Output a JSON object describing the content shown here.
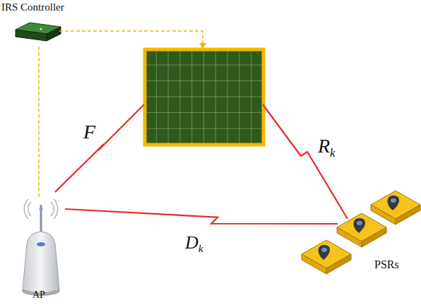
{
  "diagram": {
    "nodes": [
      {
        "text": [
          "IRS Controller"
        ]
      },
      {
        "text": [
          "AP"
        ]
      },
      {
        "text": [
          "PSRs"
        ]
      }
    ],
    "edges": [
      {
        "from": 0,
        "to": 1,
        "arrow": "none"
      },
      {
        "from": 1,
        "to": 2,
        "label": "Dk",
        "arrow": "none"
      }
    ],
    "labels": [
      "F",
      "Rk"
    ]
  }
}
